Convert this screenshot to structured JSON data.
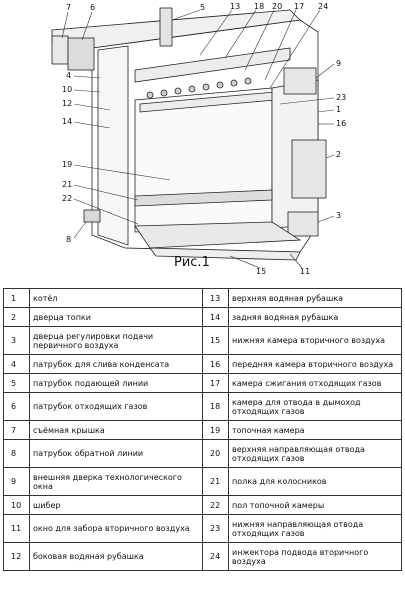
{
  "figure": {
    "caption": "Рис.1",
    "callouts": [
      {
        "id": "c7",
        "text": "7"
      },
      {
        "id": "c6",
        "text": "6"
      },
      {
        "id": "c5",
        "text": "5"
      },
      {
        "id": "c13",
        "text": "13"
      },
      {
        "id": "c18",
        "text": "18"
      },
      {
        "id": "c20",
        "text": "20"
      },
      {
        "id": "c17",
        "text": "17"
      },
      {
        "id": "c24",
        "text": "24"
      },
      {
        "id": "c9",
        "text": "9"
      },
      {
        "id": "c4",
        "text": "4"
      },
      {
        "id": "c10",
        "text": "10"
      },
      {
        "id": "c12",
        "text": "12"
      },
      {
        "id": "c14",
        "text": "14"
      },
      {
        "id": "c23",
        "text": "23"
      },
      {
        "id": "c1",
        "text": "1"
      },
      {
        "id": "c16",
        "text": "16"
      },
      {
        "id": "c2",
        "text": "2"
      },
      {
        "id": "c19",
        "text": "19"
      },
      {
        "id": "c21",
        "text": "21"
      },
      {
        "id": "c22",
        "text": "22"
      },
      {
        "id": "c8",
        "text": "8"
      },
      {
        "id": "c3",
        "text": "3"
      },
      {
        "id": "c15",
        "text": "15"
      },
      {
        "id": "c11",
        "text": "11"
      }
    ]
  },
  "parts": [
    {
      "left": {
        "num": "1",
        "desc": "котёл"
      },
      "right": {
        "num": "13",
        "desc": "верхняя водяная рубашка"
      }
    },
    {
      "left": {
        "num": "2",
        "desc": "дверца топки"
      },
      "right": {
        "num": "14",
        "desc": "задняя водяная рубашка"
      }
    },
    {
      "left": {
        "num": "3",
        "desc": "дверца регулировки подачи первичного воздуха"
      },
      "right": {
        "num": "15",
        "desc": "нижняя камера вторичного воздуха"
      }
    },
    {
      "left": {
        "num": "4",
        "desc": "патрубок для слива конденсата"
      },
      "right": {
        "num": "16",
        "desc": "передняя камера вторичного воздуха"
      }
    },
    {
      "left": {
        "num": "5",
        "desc": "патрубок подающей линии"
      },
      "right": {
        "num": "17",
        "desc": "камера сжигания отходящих газов"
      }
    },
    {
      "left": {
        "num": "6",
        "desc": "патрубок отходящих газов"
      },
      "right": {
        "num": "18",
        "desc": "камера для отвода в дымоход отходящих газов"
      }
    },
    {
      "left": {
        "num": "7",
        "desc": "съёмная крышка"
      },
      "right": {
        "num": "19",
        "desc": "топочная камера"
      }
    },
    {
      "left": {
        "num": "8",
        "desc": "патрубок обратной линии"
      },
      "right": {
        "num": "20",
        "desc": "верхняя направляющая отвода отходящих газов"
      }
    },
    {
      "left": {
        "num": "9",
        "desc": "внешняя дверка технологического окна"
      },
      "right": {
        "num": "21",
        "desc": "полка для колосников"
      }
    },
    {
      "left": {
        "num": "10",
        "desc": "шибер"
      },
      "right": {
        "num": "22",
        "desc": "пол топочной камеры"
      }
    },
    {
      "left": {
        "num": "11",
        "desc": "окно для забора вторичного воздуха"
      },
      "right": {
        "num": "23",
        "desc": "нижняя направляющая отвода отходящих газов"
      }
    },
    {
      "left": {
        "num": "12",
        "desc": "боковая водяная рубашка"
      },
      "right": {
        "num": "24",
        "desc": "инжектора подвода вторичного воздуха"
      }
    }
  ]
}
